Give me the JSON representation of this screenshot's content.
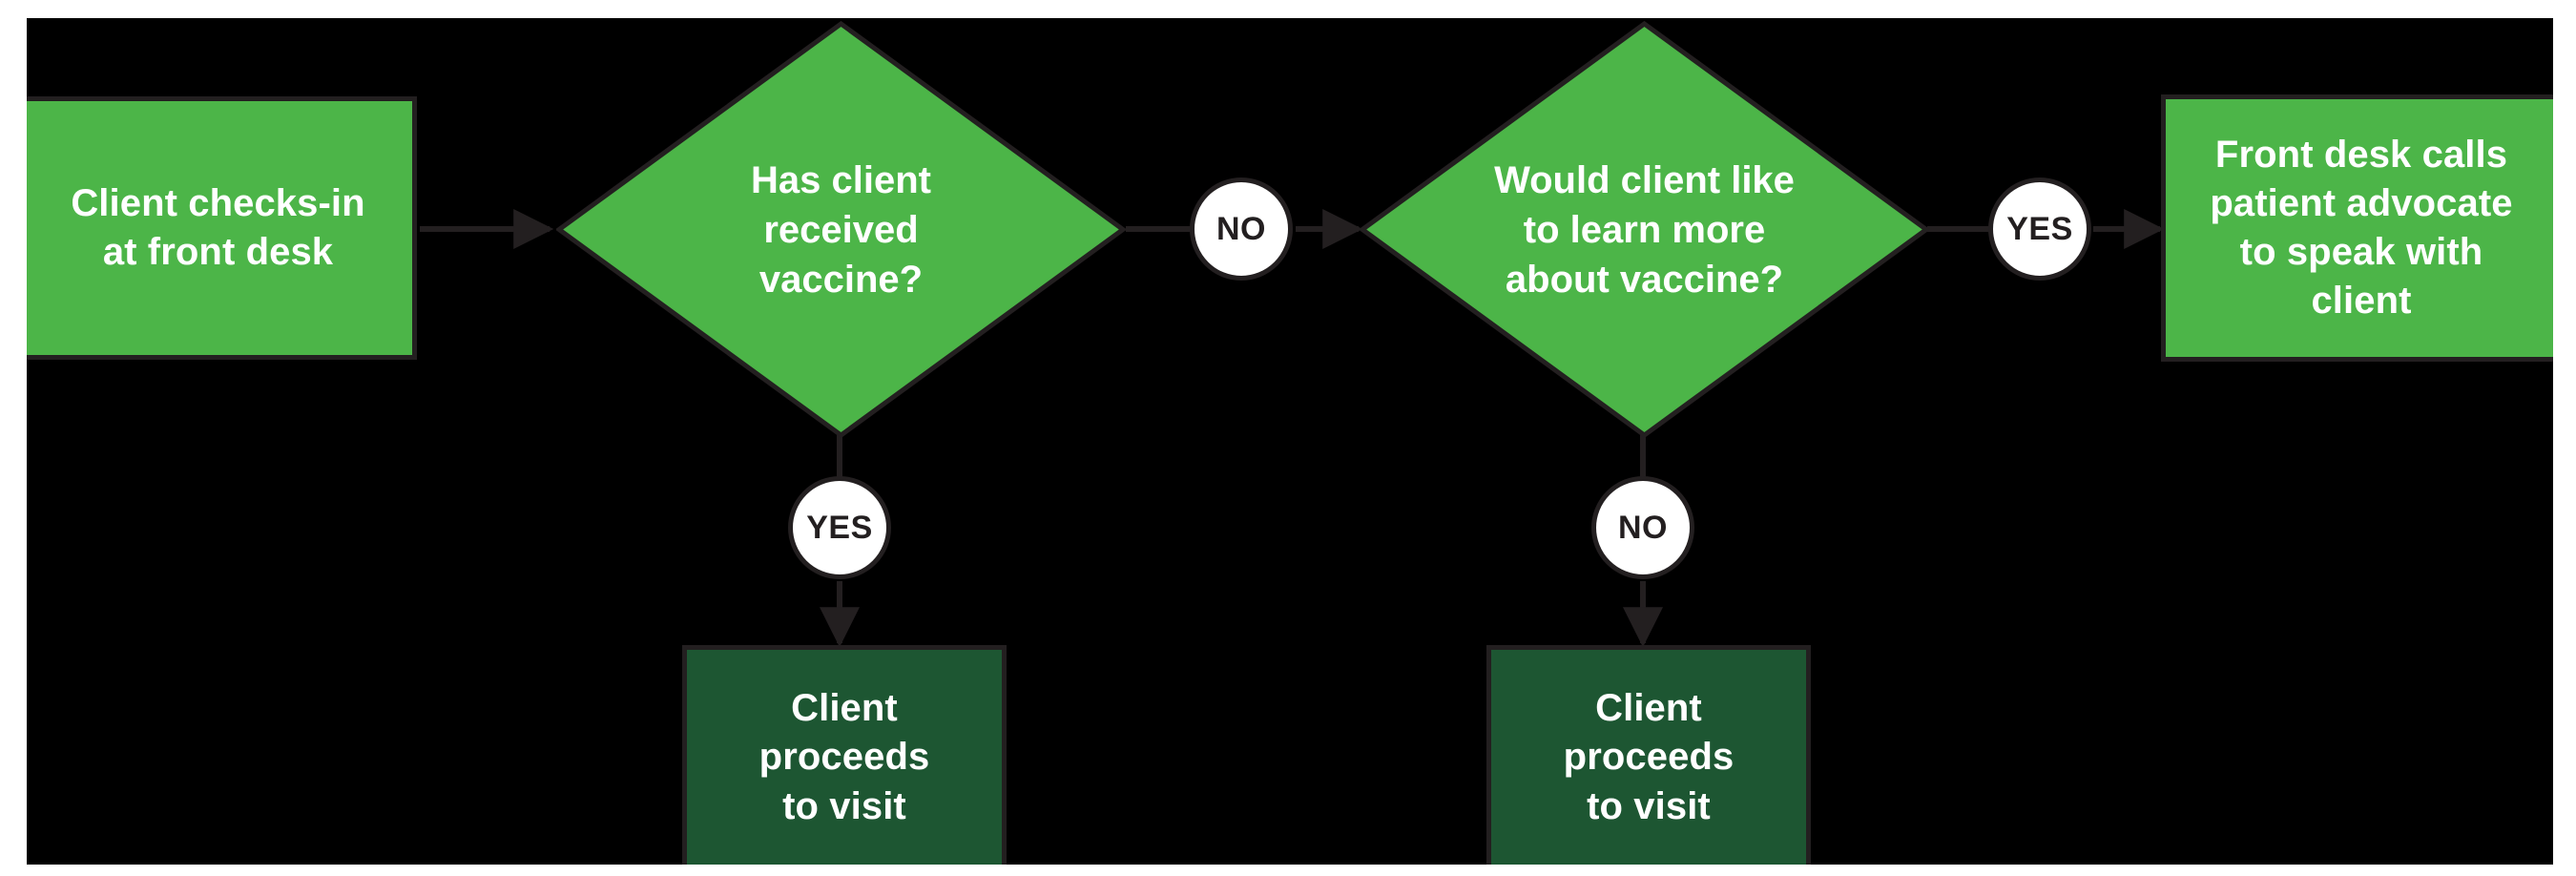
{
  "page": {
    "background": "#ffffff",
    "canvas_background": "#000000"
  },
  "theme": {
    "bright_green": "#4cb548",
    "dark_green": "#1d5632",
    "outline": "#231f20",
    "label_circle_fill": "#ffffff",
    "node_text_color": "#ffffff",
    "circle_text_color": "#231f20"
  },
  "diagram": {
    "type": "flowchart",
    "orientation": "left-to-right with downward branches",
    "nodes": [
      {
        "id": "start",
        "shape": "rectangle",
        "style": "bright",
        "text": "Client checks-in\nat front desk"
      },
      {
        "id": "decision-1",
        "shape": "diamond",
        "style": "bright",
        "text": "Has client\nreceived\nvaccine?"
      },
      {
        "id": "decision-2",
        "shape": "diamond",
        "style": "bright",
        "text": "Would client like\nto learn more\nabout vaccine?"
      },
      {
        "id": "advocate",
        "shape": "rectangle",
        "style": "bright",
        "text": "Front desk calls\npatient advocate\nto speak with\nclient"
      },
      {
        "id": "proceeds-left",
        "shape": "rectangle",
        "style": "dark",
        "text": "Client\nproceeds\nto visit"
      },
      {
        "id": "proceeds-right",
        "shape": "rectangle",
        "style": "dark",
        "text": "Client\nproceeds\nto visit"
      }
    ],
    "edge_labels": [
      {
        "id": "no-1",
        "text": "NO",
        "from": "decision-1",
        "to": "decision-2"
      },
      {
        "id": "yes-1",
        "text": "YES",
        "from": "decision-1",
        "to": "proceeds-left"
      },
      {
        "id": "yes-2",
        "text": "YES",
        "from": "decision-2",
        "to": "advocate"
      },
      {
        "id": "no-2",
        "text": "NO",
        "from": "decision-2",
        "to": "proceeds-right"
      }
    ]
  }
}
